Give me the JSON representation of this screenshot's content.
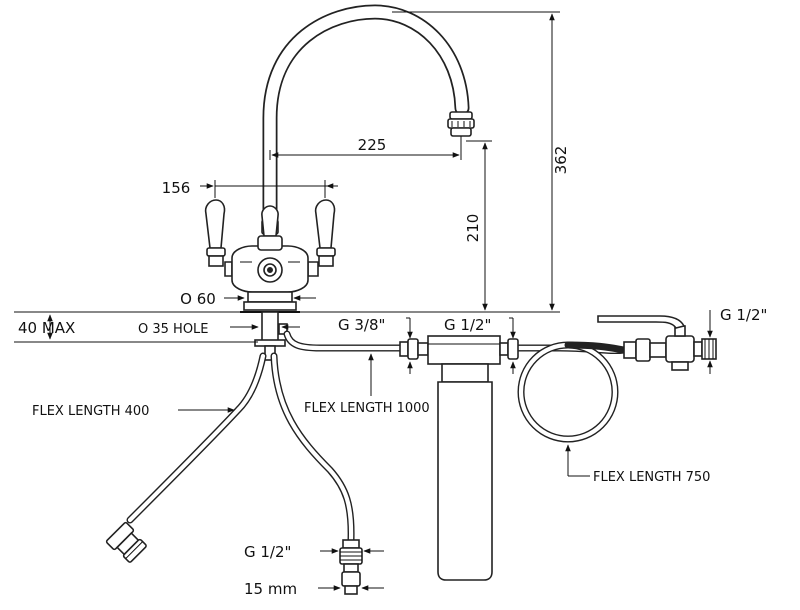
{
  "dimensions": {
    "spout_reach": "225",
    "handle_span": "156",
    "spout_clearance": "210",
    "total_height": "362",
    "base_diameter": "O 60",
    "deck_thickness": "40 MAX",
    "deck_hole": "O 35  HOLE"
  },
  "connections": {
    "filter_inlet": "G 3/8\"",
    "filter_outlet": "G 1/2\"",
    "valve_thread": "G 1/2\"",
    "hot_cold_thread": "G 1/2\"",
    "tail_diameter": "15 mm"
  },
  "flex_hoses": {
    "short": "FLEX LENGTH 400",
    "filter": "FLEX LENGTH 1000",
    "coil": "FLEX LENGTH 750"
  }
}
